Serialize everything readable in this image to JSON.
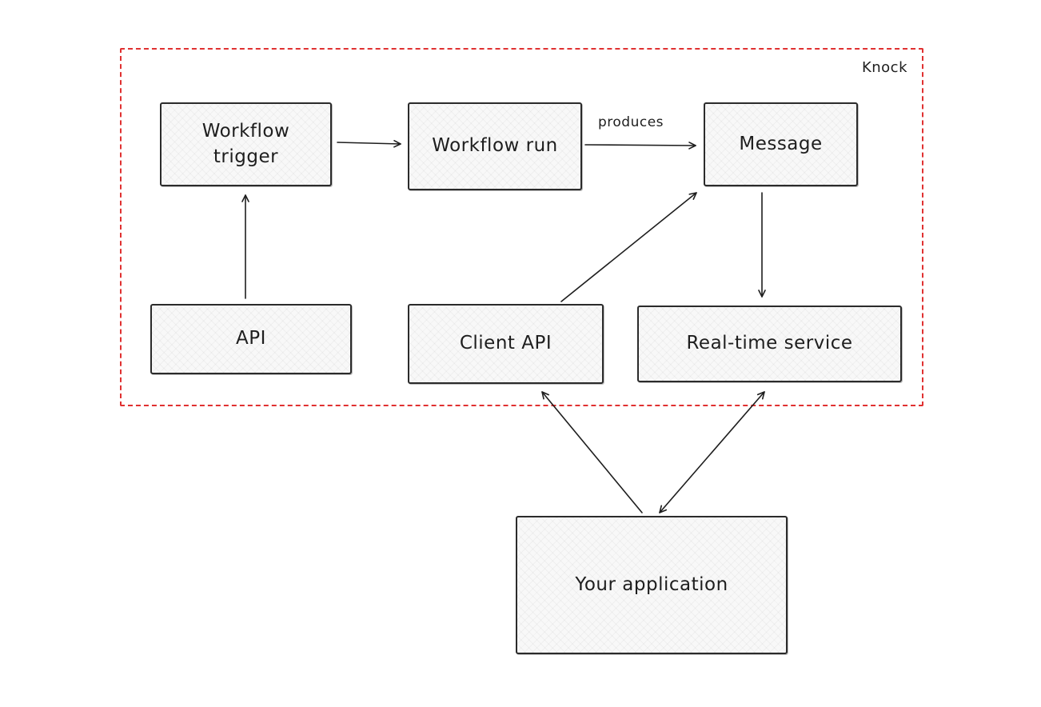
{
  "diagram": {
    "container_label": "Knock",
    "nodes": [
      {
        "id": "workflow-trigger",
        "label": "Workflow trigger"
      },
      {
        "id": "workflow-run",
        "label": "Workflow run"
      },
      {
        "id": "message",
        "label": "Message"
      },
      {
        "id": "api",
        "label": "API"
      },
      {
        "id": "client-api",
        "label": "Client API"
      },
      {
        "id": "real-time-service",
        "label": "Real-time service"
      },
      {
        "id": "your-application",
        "label": "Your application"
      }
    ],
    "edges": [
      {
        "from": "workflow-trigger",
        "to": "workflow-run",
        "label": "",
        "direction": "forward"
      },
      {
        "from": "workflow-run",
        "to": "message",
        "label": "produces",
        "direction": "forward"
      },
      {
        "from": "api",
        "to": "workflow-trigger",
        "label": "",
        "direction": "forward"
      },
      {
        "from": "client-api",
        "to": "message",
        "label": "",
        "direction": "forward"
      },
      {
        "from": "message",
        "to": "real-time-service",
        "label": "",
        "direction": "forward"
      },
      {
        "from": "your-application",
        "to": "client-api",
        "label": "",
        "direction": "forward"
      },
      {
        "from": "your-application",
        "to": "real-time-service",
        "label": "",
        "direction": "bidirectional"
      }
    ],
    "colors": {
      "boundary": "#e03131",
      "node_border": "#2b2b2b",
      "node_fill": "#f8f8f8",
      "stroke": "#1e1e1e",
      "background": "#ffffff"
    }
  }
}
